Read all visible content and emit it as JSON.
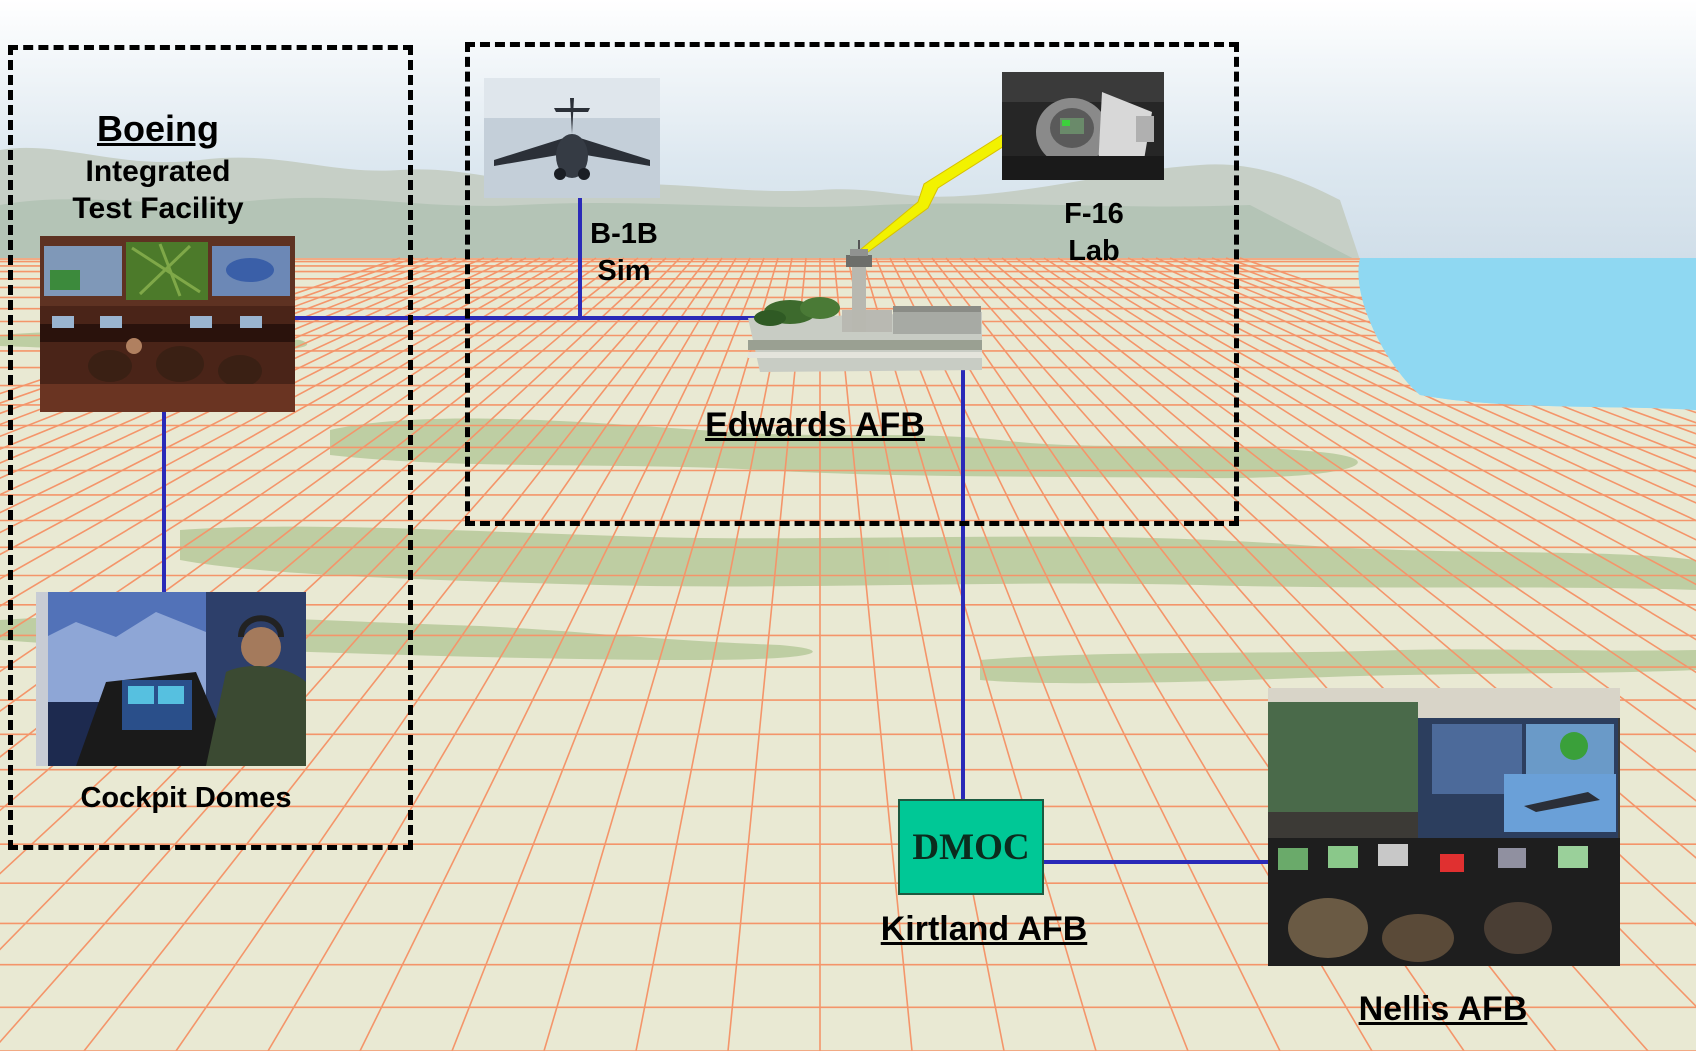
{
  "sites": {
    "boeing": {
      "title": "Boeing",
      "subtitle_line1": "Integrated",
      "subtitle_line2": "Test Facility",
      "cockpit_label": "Cockpit Domes"
    },
    "b1b": {
      "line1": "B-1B",
      "line2": "Sim"
    },
    "f16": {
      "line1": "F-16",
      "line2": "Lab"
    },
    "edwards": {
      "label": "Edwards AFB"
    },
    "kirtland": {
      "node": "DMOC",
      "label": "Kirtland AFB"
    },
    "nellis": {
      "label": "Nellis AFB"
    }
  },
  "colors": {
    "link": "#2a2ab8",
    "grid": "#f4956a",
    "ground": "#e8e8d2",
    "vegetation": "#b9cb9c",
    "sky": "#e6eef4",
    "water": "#8ed8f2",
    "wireless": "#f2f200",
    "dmoc": "#00c896"
  }
}
